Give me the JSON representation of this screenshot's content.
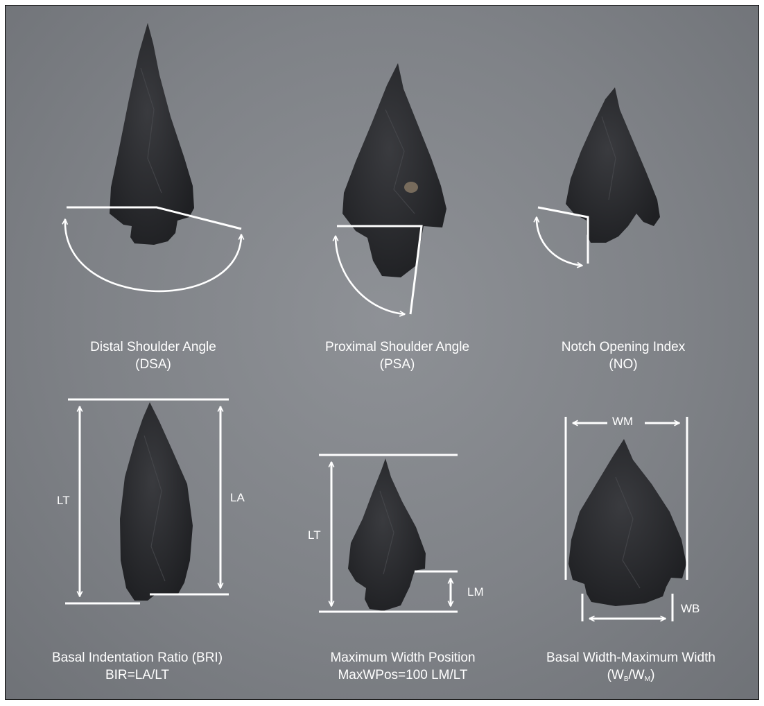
{
  "captions": {
    "dsa_title": "Distal Shoulder Angle",
    "dsa_abbr": "(DSA)",
    "psa_title": "Proximal Shoulder Angle",
    "psa_abbr": "(PSA)",
    "no_title": "Notch Opening Index",
    "no_abbr": "(NO)",
    "bri_title": "Basal Indentation Ratio (BRI)",
    "bri_formula": "BIR=LA/LT",
    "mwp_title": "Maximum Width Position",
    "mwp_formula": "MaxWPos=100 LM/LT",
    "bw_title": "Basal Width-Maximum Width",
    "bw_paren_open": "(W",
    "bw_sub_b": "B",
    "bw_slash": "/W",
    "bw_sub_m": "M",
    "bw_paren_close": ")"
  },
  "labels": {
    "lt_left": "LT",
    "la": "LA",
    "lt_mid": "LT",
    "lm": "LM",
    "wm": "WM",
    "wb": "WB"
  },
  "colors": {
    "annotation": "#ffffff",
    "point": "#2b2c2f",
    "background": "#84878c"
  }
}
